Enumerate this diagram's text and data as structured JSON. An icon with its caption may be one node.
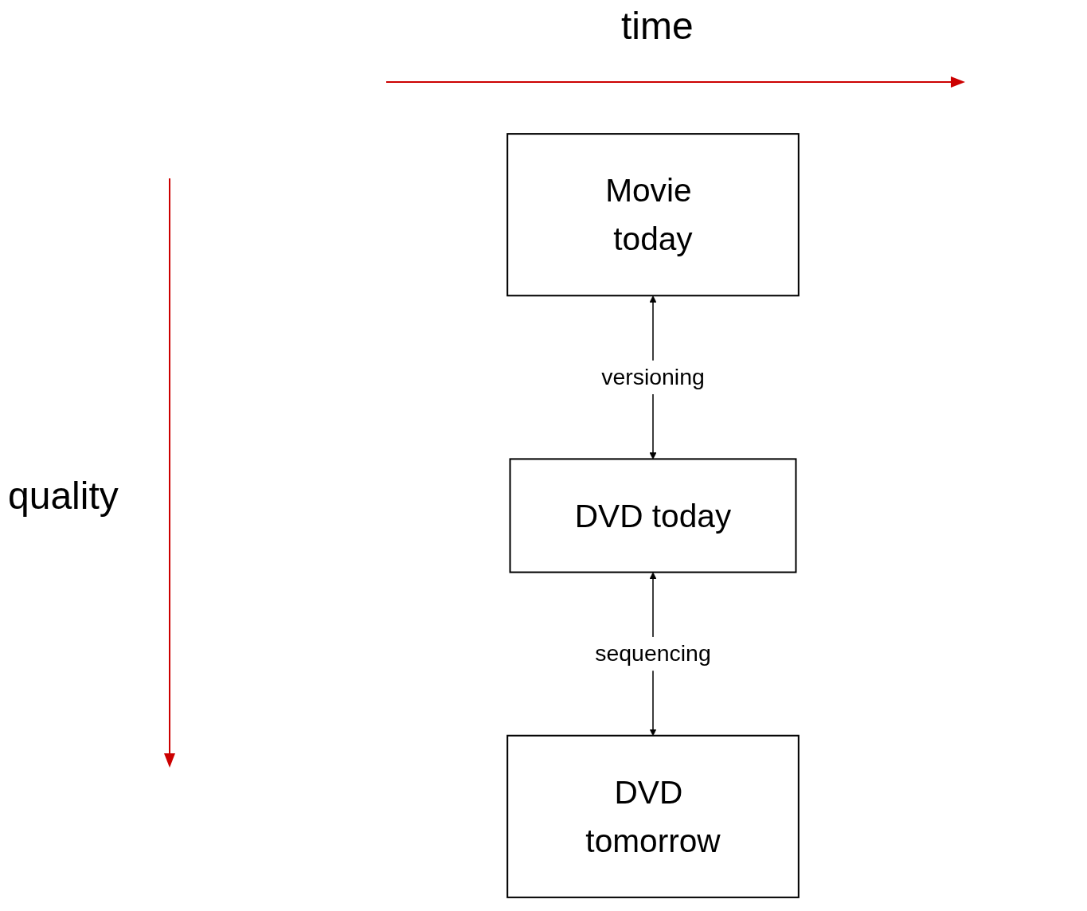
{
  "diagram": {
    "nodes": [
      {
        "text": [
          "Movie today"
        ]
      },
      {
        "text": [
          "DVD today"
        ]
      },
      {
        "text": [
          "DVD tomorrow"
        ]
      }
    ],
    "edges": [
      {
        "from": 0,
        "to": 1,
        "arrow": "both",
        "label": "versioning"
      },
      {
        "from": 1,
        "to": 2,
        "arrow": "both",
        "label": "sequencing"
      }
    ],
    "labels": [
      "time",
      "quality"
    ]
  }
}
